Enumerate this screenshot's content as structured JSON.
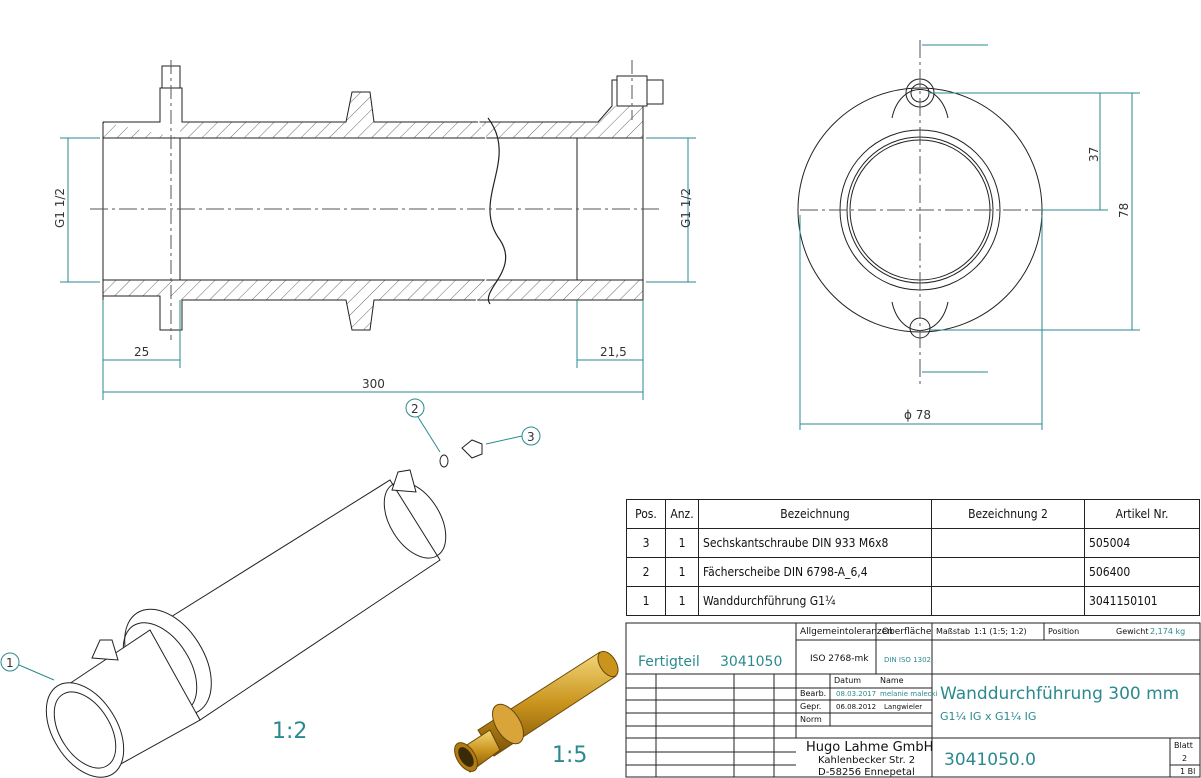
{
  "drawing": {
    "thread_left": "G1 1/2",
    "thread_right": "G1 1/2",
    "dim_left": "25",
    "dim_right": "21,5",
    "dim_total": "300",
    "dim_37": "37",
    "dim_78": "78",
    "dim_diameter": "ϕ 78",
    "scale_iso": "1:2",
    "scale_render": "1:5",
    "balloons": [
      "1",
      "2",
      "3"
    ]
  },
  "bom": {
    "headers": [
      "Pos.",
      "Anz.",
      "Bezeichnung",
      "Bezeichnung 2",
      "Artikel Nr."
    ],
    "rows": [
      {
        "pos": "3",
        "anz": "1",
        "bez": "Sechskantschraube DIN 933 M6x8",
        "bez2": "",
        "art": "505004"
      },
      {
        "pos": "2",
        "anz": "1",
        "bez": "Fächerscheibe DIN 6798-A_6,4",
        "bez2": "",
        "art": "506400"
      },
      {
        "pos": "1",
        "anz": "1",
        "bez": "Wanddurchführung G1¼",
        "bez2": "",
        "art": "3041150101"
      }
    ]
  },
  "titleblock": {
    "fertigteil": "Fertigteil",
    "fertigteil_nr": "3041050",
    "allgemeintoleranzen": "Allgemeintoleranzen",
    "oberflaeche": "Oberfläche",
    "massstab_label": "Maßstab",
    "massstab_value": "1:1 (1:5; 1:2)",
    "position_label": "Position",
    "gewicht_label": "Gewicht",
    "gewicht_value": "2,174 kg",
    "iso": "ISO 2768-mk",
    "din": "DIN ISO 1302",
    "datum": "Datum",
    "name": "Name",
    "bearb": "Bearb.",
    "bearb_datum": "08.03.2017",
    "bearb_name": "melanie malecki",
    "gepr": "Gepr.",
    "gepr_datum": "06.08.2012",
    "gepr_name": "Langwieler",
    "norm": "Norm",
    "title": "Wanddurchführung 300 mm",
    "subtitle": "G1¼ IG x G1¼ IG",
    "company": "Hugo Lahme GmbH",
    "street": "Kahlenbecker Str. 2",
    "city": "D-58256 Ennepetal",
    "drawing_nr": "3041050.0",
    "blatt": "Blatt",
    "blatt_nr": "2",
    "bl": "1 Bl"
  }
}
